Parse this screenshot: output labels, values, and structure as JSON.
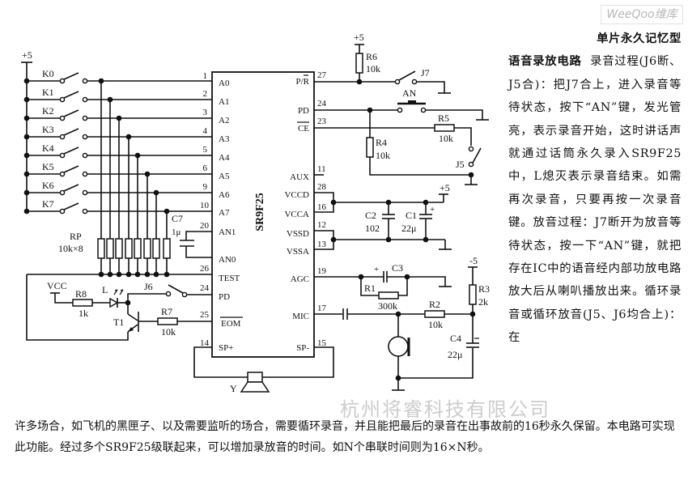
{
  "article": {
    "title_line1": "单片永久记忆型",
    "title_line2": "语音录放电路",
    "side_text": "录音过程(J6断、J5合)：把J7合上，进入录音等待状态，按下“AN”键，发光管亮，表示录音开始，这时讲话声就通过话筒永久录入SR9F25中，L熄灭表示录音结束。如需再次录音，只要再按一次录音键。放音过程：J7断开为放音等待状态，按一下“AN”键，就把存在IC中的语音经内部功放电路放大后从喇叭播放出来。循环录音或循环放音(J5、J6均合上)：在",
    "bottom_text": "许多场合，如飞机的黑匣子、以及需要监听的场合，需要循环录音，并且能把最后的录音在出事故前的16秒永久保留。本电路可实现此功能。经过多个SR9F25级联起来，可以增加录放音的时间。如N个串联时间则为16×N秒。"
  },
  "schematic": {
    "chip": {
      "name": "SR9F25",
      "left_pins": [
        {
          "num": "1",
          "name": "A0"
        },
        {
          "num": "2",
          "name": "A1"
        },
        {
          "num": "3",
          "name": "A2"
        },
        {
          "num": "4",
          "name": "A3"
        },
        {
          "num": "5",
          "name": "A4"
        },
        {
          "num": "6",
          "name": "A5"
        },
        {
          "num": "9",
          "name": "A6"
        },
        {
          "num": "10",
          "name": "A7"
        },
        {
          "num": "20",
          "name": "AN1"
        },
        {
          "num": "",
          "name": "AN0"
        },
        {
          "num": "26",
          "name": "TEST"
        },
        {
          "num": "24",
          "name": "PD"
        },
        {
          "num": "25",
          "name": "EOM"
        },
        {
          "num": "14",
          "name": "SP+"
        }
      ],
      "right_pins": [
        {
          "num": "27",
          "name": "P/R"
        },
        {
          "num": "24",
          "name": "PD"
        },
        {
          "num": "23",
          "name": "CE"
        },
        {
          "num": "11",
          "name": "AUX"
        },
        {
          "num": "28",
          "name": "VCCD"
        },
        {
          "num": "16",
          "name": "VCCA"
        },
        {
          "num": "12",
          "name": "VSSD"
        },
        {
          "num": "13",
          "name": "VSSA"
        },
        {
          "num": "19",
          "name": "AGC"
        },
        {
          "num": "17",
          "name": "MIC"
        },
        {
          "num": "15",
          "name": "SP-"
        }
      ]
    },
    "switches": [
      "K0",
      "K1",
      "K2",
      "K3",
      "K4",
      "K5",
      "K6",
      "K7"
    ],
    "supply_left": "+5",
    "supply_top": "+5",
    "supply_mid": "+5",
    "supply_neg": "-5",
    "vcc": "VCC",
    "components": {
      "rp": {
        "name": "RP",
        "value": "10k×8"
      },
      "c7": {
        "name": "C7",
        "value": "1μ"
      },
      "r6": {
        "name": "R6",
        "value": "10k"
      },
      "r4": {
        "name": "R4",
        "value": "10k"
      },
      "r5": {
        "name": "R5",
        "value": "10k"
      },
      "r8": {
        "name": "R8",
        "value": "1k"
      },
      "r7": {
        "name": "R7",
        "value": "10k"
      },
      "r1": {
        "name": "R1",
        "value": "300k"
      },
      "r2": {
        "name": "R2",
        "value": "10k"
      },
      "r3": {
        "name": "R3",
        "value": "2k"
      },
      "c1": {
        "name": "C1",
        "value": "22μ"
      },
      "c2": {
        "name": "C2",
        "value": "102"
      },
      "c3": {
        "name": "C3"
      },
      "c4": {
        "name": "C4",
        "value": "22μ"
      },
      "j5": "J5",
      "j6": "J6",
      "j7": "J7",
      "an": "AN",
      "led": "L",
      "t1": "T1",
      "speaker": "Y",
      "plus": "+"
    }
  },
  "watermarks": {
    "company": "杭州将睿科技有限公司",
    "site": "WeeQoo维库"
  }
}
